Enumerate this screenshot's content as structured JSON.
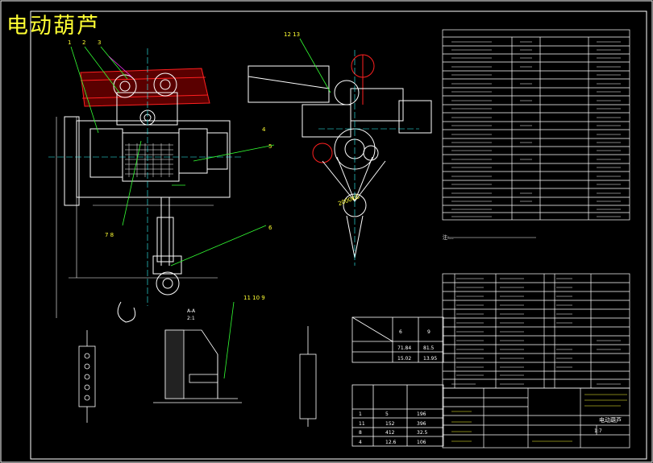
{
  "title": "电动葫芦",
  "callouts": {
    "c1": "1",
    "c2": "2",
    "c3": "3",
    "c4": "4",
    "c5": "5",
    "c6": "6",
    "c7_8": "7 8",
    "c11_10_9": "11 10 9",
    "c12_13": "12 13"
  },
  "section": {
    "label": "A-A",
    "scale": "2:1"
  },
  "hook_label": "2000KG",
  "tech_table": {
    "row_count": 20
  },
  "note_text": "注:...",
  "bom": {
    "row_count": 12
  },
  "small_table1": {
    "vals": [
      "6",
      "9",
      "71.84",
      "81.5",
      "15.02",
      "13.95"
    ]
  },
  "small_table2": {
    "vals": [
      "1",
      "11",
      "8",
      "4",
      "5",
      "152",
      "412",
      "12.6",
      "196",
      "396",
      "32.5",
      "106"
    ]
  },
  "title_block": {
    "name": "电动葫芦",
    "scale": "1:7"
  },
  "colors": {
    "white": "#ffffff",
    "yellow": "#ffff33",
    "red": "#ff2020",
    "green": "#33ff33",
    "cyan": "#33ffff",
    "magenta": "#ff33ff",
    "blue": "#3366ff"
  }
}
